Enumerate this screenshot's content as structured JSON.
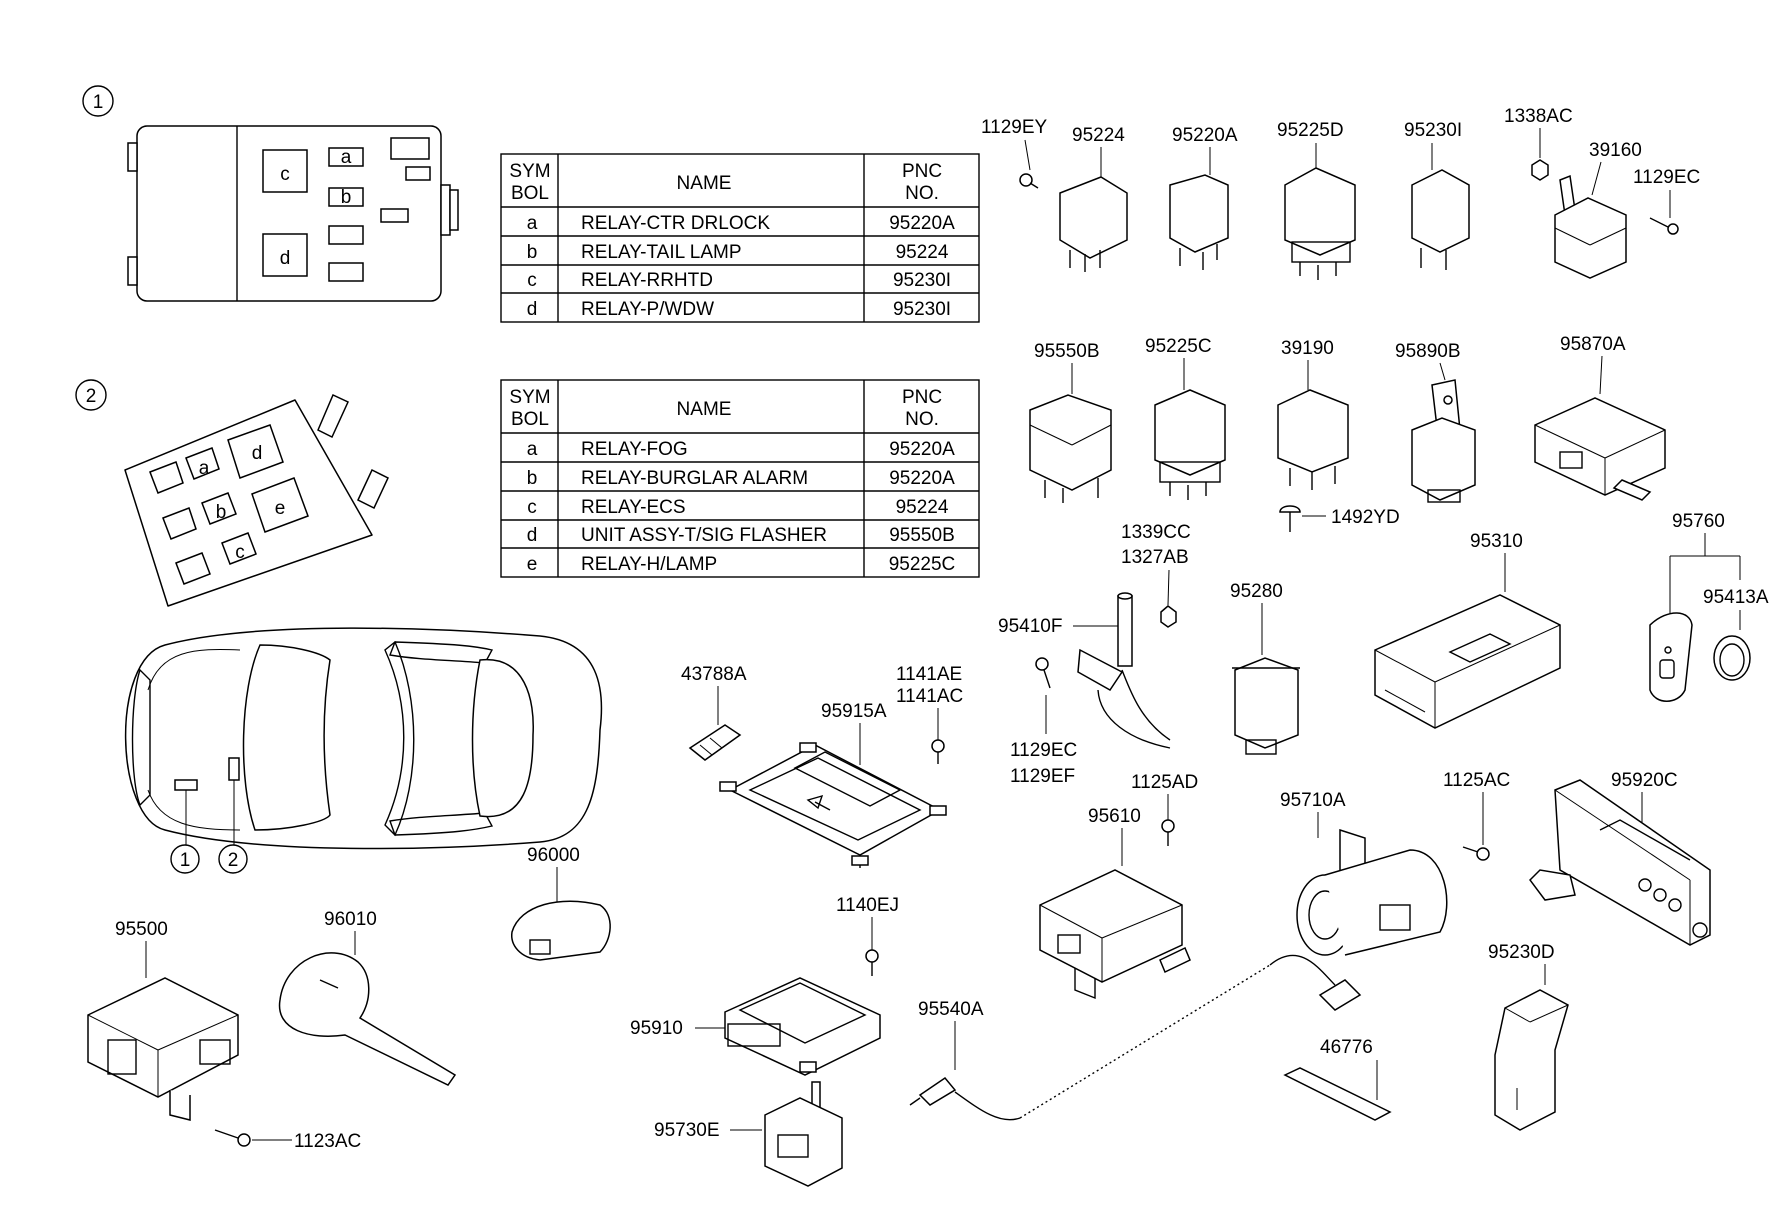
{
  "diagram": {
    "markers": [
      "1",
      "2"
    ],
    "tables": [
      {
        "headers": {
          "symbol": [
            "SYM",
            "BOL"
          ],
          "name": "NAME",
          "pnc": [
            "PNC",
            "NO."
          ]
        },
        "rows": [
          {
            "sym": "a",
            "name": "RELAY-CTR DRLOCK",
            "pnc": "95220A"
          },
          {
            "sym": "b",
            "name": "RELAY-TAIL LAMP",
            "pnc": "95224"
          },
          {
            "sym": "c",
            "name": "RELAY-RRHTD",
            "pnc": "95230I"
          },
          {
            "sym": "d",
            "name": "RELAY-P/WDW",
            "pnc": "95230I"
          }
        ]
      },
      {
        "headers": {
          "symbol": [
            "SYM",
            "BOL"
          ],
          "name": "NAME",
          "pnc": [
            "PNC",
            "NO."
          ]
        },
        "rows": [
          {
            "sym": "a",
            "name": "RELAY-FOG",
            "pnc": "95220A"
          },
          {
            "sym": "b",
            "name": "RELAY-BURGLAR ALARM",
            "pnc": "95220A"
          },
          {
            "sym": "c",
            "name": "RELAY-ECS",
            "pnc": "95224"
          },
          {
            "sym": "d",
            "name": "UNIT ASSY-T/SIG FLASHER",
            "pnc": "95550B"
          },
          {
            "sym": "e",
            "name": "RELAY-H/LAMP",
            "pnc": "95225C"
          }
        ]
      }
    ],
    "box1_letters": [
      "c",
      "a",
      "b",
      "d"
    ],
    "box2_letters": [
      "a",
      "d",
      "b",
      "e",
      "c"
    ],
    "parts": [
      "1129EY",
      "95224",
      "95220A",
      "95225D",
      "95230I",
      "1338AC",
      "39160",
      "1129EC",
      "95550B",
      "95225C",
      "39190",
      "95890B",
      "95870A",
      "1492YD",
      "1339CC",
      "1327AB",
      "95280",
      "95310",
      "95760",
      "95413A",
      "95410F",
      "1129EC",
      "1129EF",
      "43788A",
      "95915A",
      "1141AE",
      "1141AC",
      "1125AD",
      "95610",
      "95710A",
      "1125AC",
      "95920C",
      "96000",
      "95500",
      "96010",
      "1123AC",
      "1140EJ",
      "95910",
      "95540A",
      "46776",
      "95230D",
      "95730E"
    ]
  }
}
